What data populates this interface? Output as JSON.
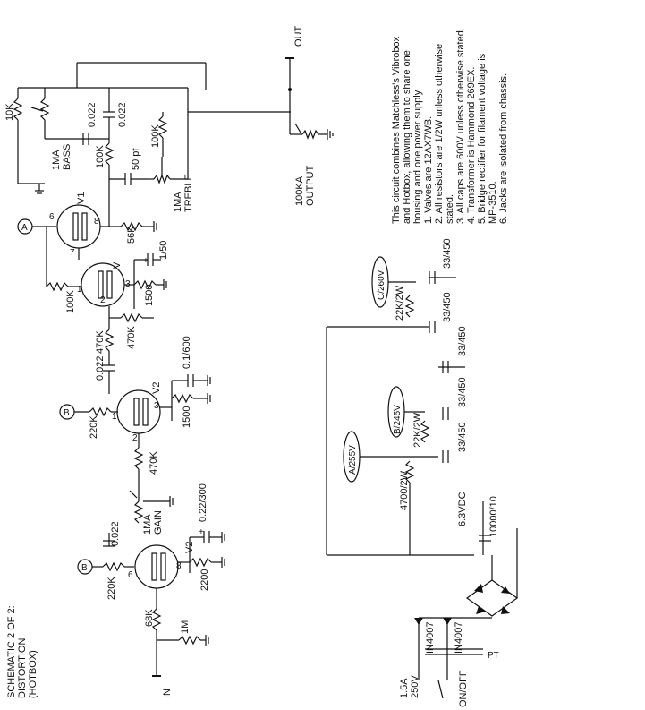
{
  "title": {
    "line1": "SCHEMATIC 2 OF 2:",
    "line2": "DISTORTION",
    "line3": "(HOTBOX)"
  },
  "notes": {
    "intro1": "This circuit combines Matchless's Vibrobox",
    "intro2": "and Hotbox, allowing them to share one",
    "intro3": "housing and one power supply.",
    "n1": "1. Valves are 12AX7WB.",
    "n2a": "2. All resistors are 1/2W unless otherwise",
    "n2b": "stated.",
    "n3": "3. All caps are 600V unless otherwise stated.",
    "n4": "4. Transformer is Hammond 269EX.",
    "n5a": "5. Bridge rectifier for filament voltage is",
    "n5b": "MP-3510.",
    "n6": "6. Jacks are isolated from chassis."
  },
  "labels": {
    "out": "OUT",
    "output_pot_val": "100KA",
    "output_pot_name": "OUTPUT",
    "in": "IN",
    "r_10k": "10K",
    "bass_val": "1MA",
    "bass_name": "BASS",
    "c_022a": "0.022",
    "c_022b": "0.022",
    "r_100k_a": "100K",
    "c_50pf": "50 pf",
    "r_100k_b": "100K",
    "treble_val": "1MA",
    "treble_name": "TREBLE",
    "node_a": "A",
    "node_b": "B",
    "v1": "V1",
    "v1b": "V",
    "pin6": "6",
    "pin7": "7",
    "pin8": "8",
    "pin1": "1",
    "pin2": "2",
    "pin3": "3",
    "r_56k": "56K",
    "c_1_50": "1/50",
    "r_100k_g": "100K",
    "r_1500_a": "1500",
    "r_470k_a": "470K",
    "r_470k_b": "470K",
    "c_022c": "0.022",
    "c_1_600": "0.1/600",
    "v2a": "V2",
    "r_220k_a": "220K",
    "r_1500_b": "1500",
    "r_470k_c": "470K",
    "gain_val": "1MA",
    "gain_name": "GAIN",
    "c_022d": "0.022",
    "c_22_300": "0.22/300",
    "v2b": "V2",
    "r_220k_b": "220K",
    "r_2200": "2200",
    "r_68k": "68K",
    "r_1m": "1M",
    "c_node": "C/260V",
    "r_22k_a": "22K/2W",
    "cap_33_1": "33/450",
    "cap_33_2": "33/450",
    "cap_33_3": "33/450",
    "b_node": "B/245V",
    "cap_33_4": "33/450",
    "r_22k_b": "22K/2W",
    "cap_33_5": "33/450",
    "a_node": "A/255V",
    "r_4700": "4700/2W",
    "vdc": "6.3VDC",
    "cap_10000": "10000/10",
    "diode_1": "IN4007",
    "diode_2": "IN4007",
    "pt": "PT",
    "fuse_a": "1.5A",
    "fuse_b": "250V",
    "switch": "ON/OFF"
  }
}
